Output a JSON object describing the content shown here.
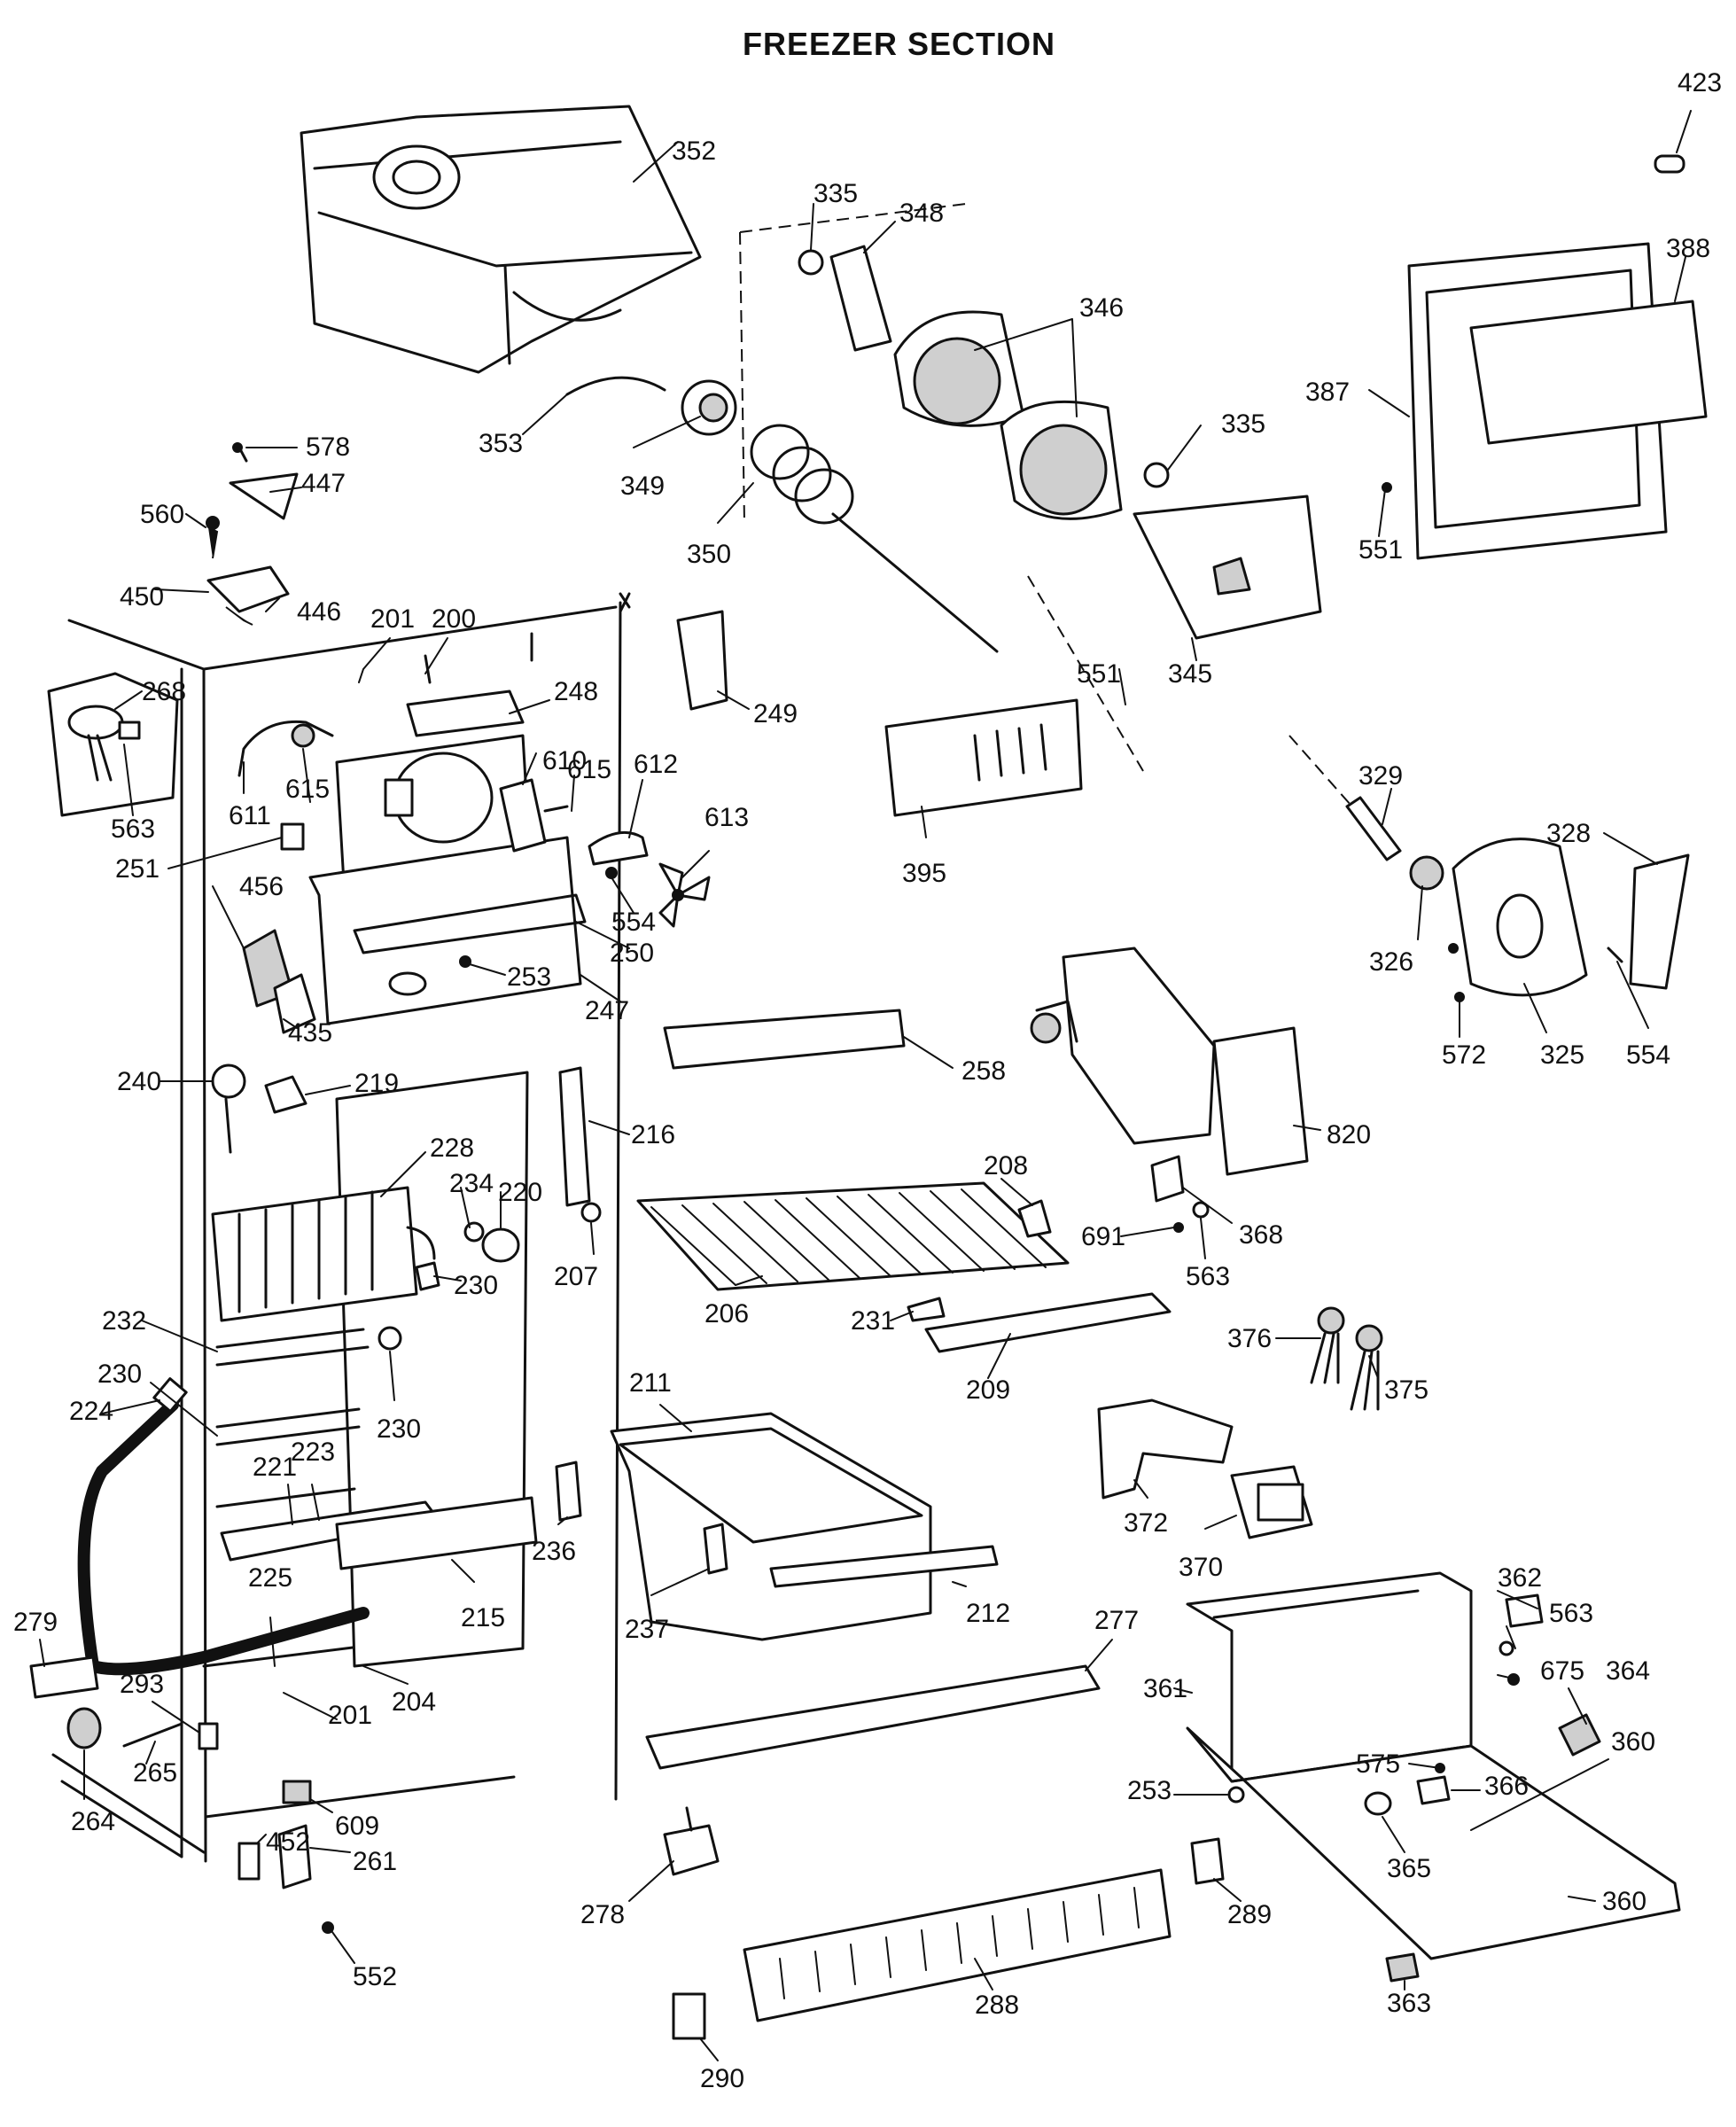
{
  "title": "FREEZER SECTION",
  "parts": [
    {
      "id": "title",
      "text": "FREEZER SECTION"
    },
    {
      "id": "p423",
      "text": "423"
    },
    {
      "id": "p352",
      "text": "352"
    },
    {
      "id": "p335a",
      "text": "335"
    },
    {
      "id": "p348",
      "text": "348"
    },
    {
      "id": "p388",
      "text": "388"
    },
    {
      "id": "p346",
      "text": "346"
    },
    {
      "id": "p387",
      "text": "387"
    },
    {
      "id": "p335b",
      "text": "335"
    },
    {
      "id": "p578",
      "text": "578"
    },
    {
      "id": "p353",
      "text": "353"
    },
    {
      "id": "p447",
      "text": "447"
    },
    {
      "id": "p349",
      "text": "349"
    },
    {
      "id": "p551a",
      "text": "551"
    },
    {
      "id": "p560",
      "text": "560"
    },
    {
      "id": "p350",
      "text": "350"
    },
    {
      "id": "p450",
      "text": "450"
    },
    {
      "id": "p446",
      "text": "446"
    },
    {
      "id": "p201a",
      "text": "201"
    },
    {
      "id": "p200",
      "text": "200"
    },
    {
      "id": "p345",
      "text": "345"
    },
    {
      "id": "p268",
      "text": "268"
    },
    {
      "id": "p248",
      "text": "248"
    },
    {
      "id": "p551b",
      "text": "551"
    },
    {
      "id": "p249",
      "text": "249"
    },
    {
      "id": "p610",
      "text": "610"
    },
    {
      "id": "p615a",
      "text": "615"
    },
    {
      "id": "p615b",
      "text": "615"
    },
    {
      "id": "p612",
      "text": "612"
    },
    {
      "id": "p329",
      "text": "329"
    },
    {
      "id": "p611",
      "text": "611"
    },
    {
      "id": "p563a",
      "text": "563"
    },
    {
      "id": "p613",
      "text": "613"
    },
    {
      "id": "p328",
      "text": "328"
    },
    {
      "id": "p251",
      "text": "251"
    },
    {
      "id": "p395",
      "text": "395"
    },
    {
      "id": "p456",
      "text": "456"
    },
    {
      "id": "p554a",
      "text": "554"
    },
    {
      "id": "p250",
      "text": "250"
    },
    {
      "id": "p326",
      "text": "326"
    },
    {
      "id": "p253a",
      "text": "253"
    },
    {
      "id": "p247",
      "text": "247"
    },
    {
      "id": "p572",
      "text": "572"
    },
    {
      "id": "p325",
      "text": "325"
    },
    {
      "id": "p554b",
      "text": "554"
    },
    {
      "id": "p435",
      "text": "435"
    },
    {
      "id": "p258",
      "text": "258"
    },
    {
      "id": "p240",
      "text": "240"
    },
    {
      "id": "p219",
      "text": "219"
    },
    {
      "id": "p216",
      "text": "216"
    },
    {
      "id": "p820",
      "text": "820"
    },
    {
      "id": "p228",
      "text": "228"
    },
    {
      "id": "p208",
      "text": "208"
    },
    {
      "id": "p234",
      "text": "234"
    },
    {
      "id": "p220",
      "text": "220"
    },
    {
      "id": "p368",
      "text": "368"
    },
    {
      "id": "p691",
      "text": "691"
    },
    {
      "id": "p230a",
      "text": "230"
    },
    {
      "id": "p207",
      "text": "207"
    },
    {
      "id": "p563b",
      "text": "563"
    },
    {
      "id": "p206",
      "text": "206"
    },
    {
      "id": "p232",
      "text": "232"
    },
    {
      "id": "p231",
      "text": "231"
    },
    {
      "id": "p376",
      "text": "376"
    },
    {
      "id": "p230b",
      "text": "230"
    },
    {
      "id": "p209",
      "text": "209"
    },
    {
      "id": "p375",
      "text": "375"
    },
    {
      "id": "p211",
      "text": "211"
    },
    {
      "id": "p224",
      "text": "224"
    },
    {
      "id": "p230c",
      "text": "230"
    },
    {
      "id": "p221",
      "text": "221"
    },
    {
      "id": "p223",
      "text": "223"
    },
    {
      "id": "p372",
      "text": "372"
    },
    {
      "id": "p236",
      "text": "236"
    },
    {
      "id": "p370",
      "text": "370"
    },
    {
      "id": "p225",
      "text": "225"
    },
    {
      "id": "p362",
      "text": "362"
    },
    {
      "id": "p215",
      "text": "215"
    },
    {
      "id": "p237",
      "text": "237"
    },
    {
      "id": "p212",
      "text": "212"
    },
    {
      "id": "p277",
      "text": "277"
    },
    {
      "id": "p563c",
      "text": "563"
    },
    {
      "id": "p279",
      "text": "279"
    },
    {
      "id": "p675",
      "text": "675"
    },
    {
      "id": "p361",
      "text": "361"
    },
    {
      "id": "p364",
      "text": "364"
    },
    {
      "id": "p293",
      "text": "293"
    },
    {
      "id": "p204",
      "text": "204"
    },
    {
      "id": "p201b",
      "text": "201"
    },
    {
      "id": "p360a",
      "text": "360"
    },
    {
      "id": "p265",
      "text": "265"
    },
    {
      "id": "p575",
      "text": "575"
    },
    {
      "id": "p253b",
      "text": "253"
    },
    {
      "id": "p366",
      "text": "366"
    },
    {
      "id": "p264",
      "text": "264"
    },
    {
      "id": "p609",
      "text": "609"
    },
    {
      "id": "p452",
      "text": "452"
    },
    {
      "id": "p261",
      "text": "261"
    },
    {
      "id": "p365",
      "text": "365"
    },
    {
      "id": "p278",
      "text": "278"
    },
    {
      "id": "p289",
      "text": "289"
    },
    {
      "id": "p360b",
      "text": "360"
    },
    {
      "id": "p363",
      "text": "363"
    },
    {
      "id": "p552",
      "text": "552"
    },
    {
      "id": "p288",
      "text": "288"
    },
    {
      "id": "p290",
      "text": "290"
    }
  ]
}
